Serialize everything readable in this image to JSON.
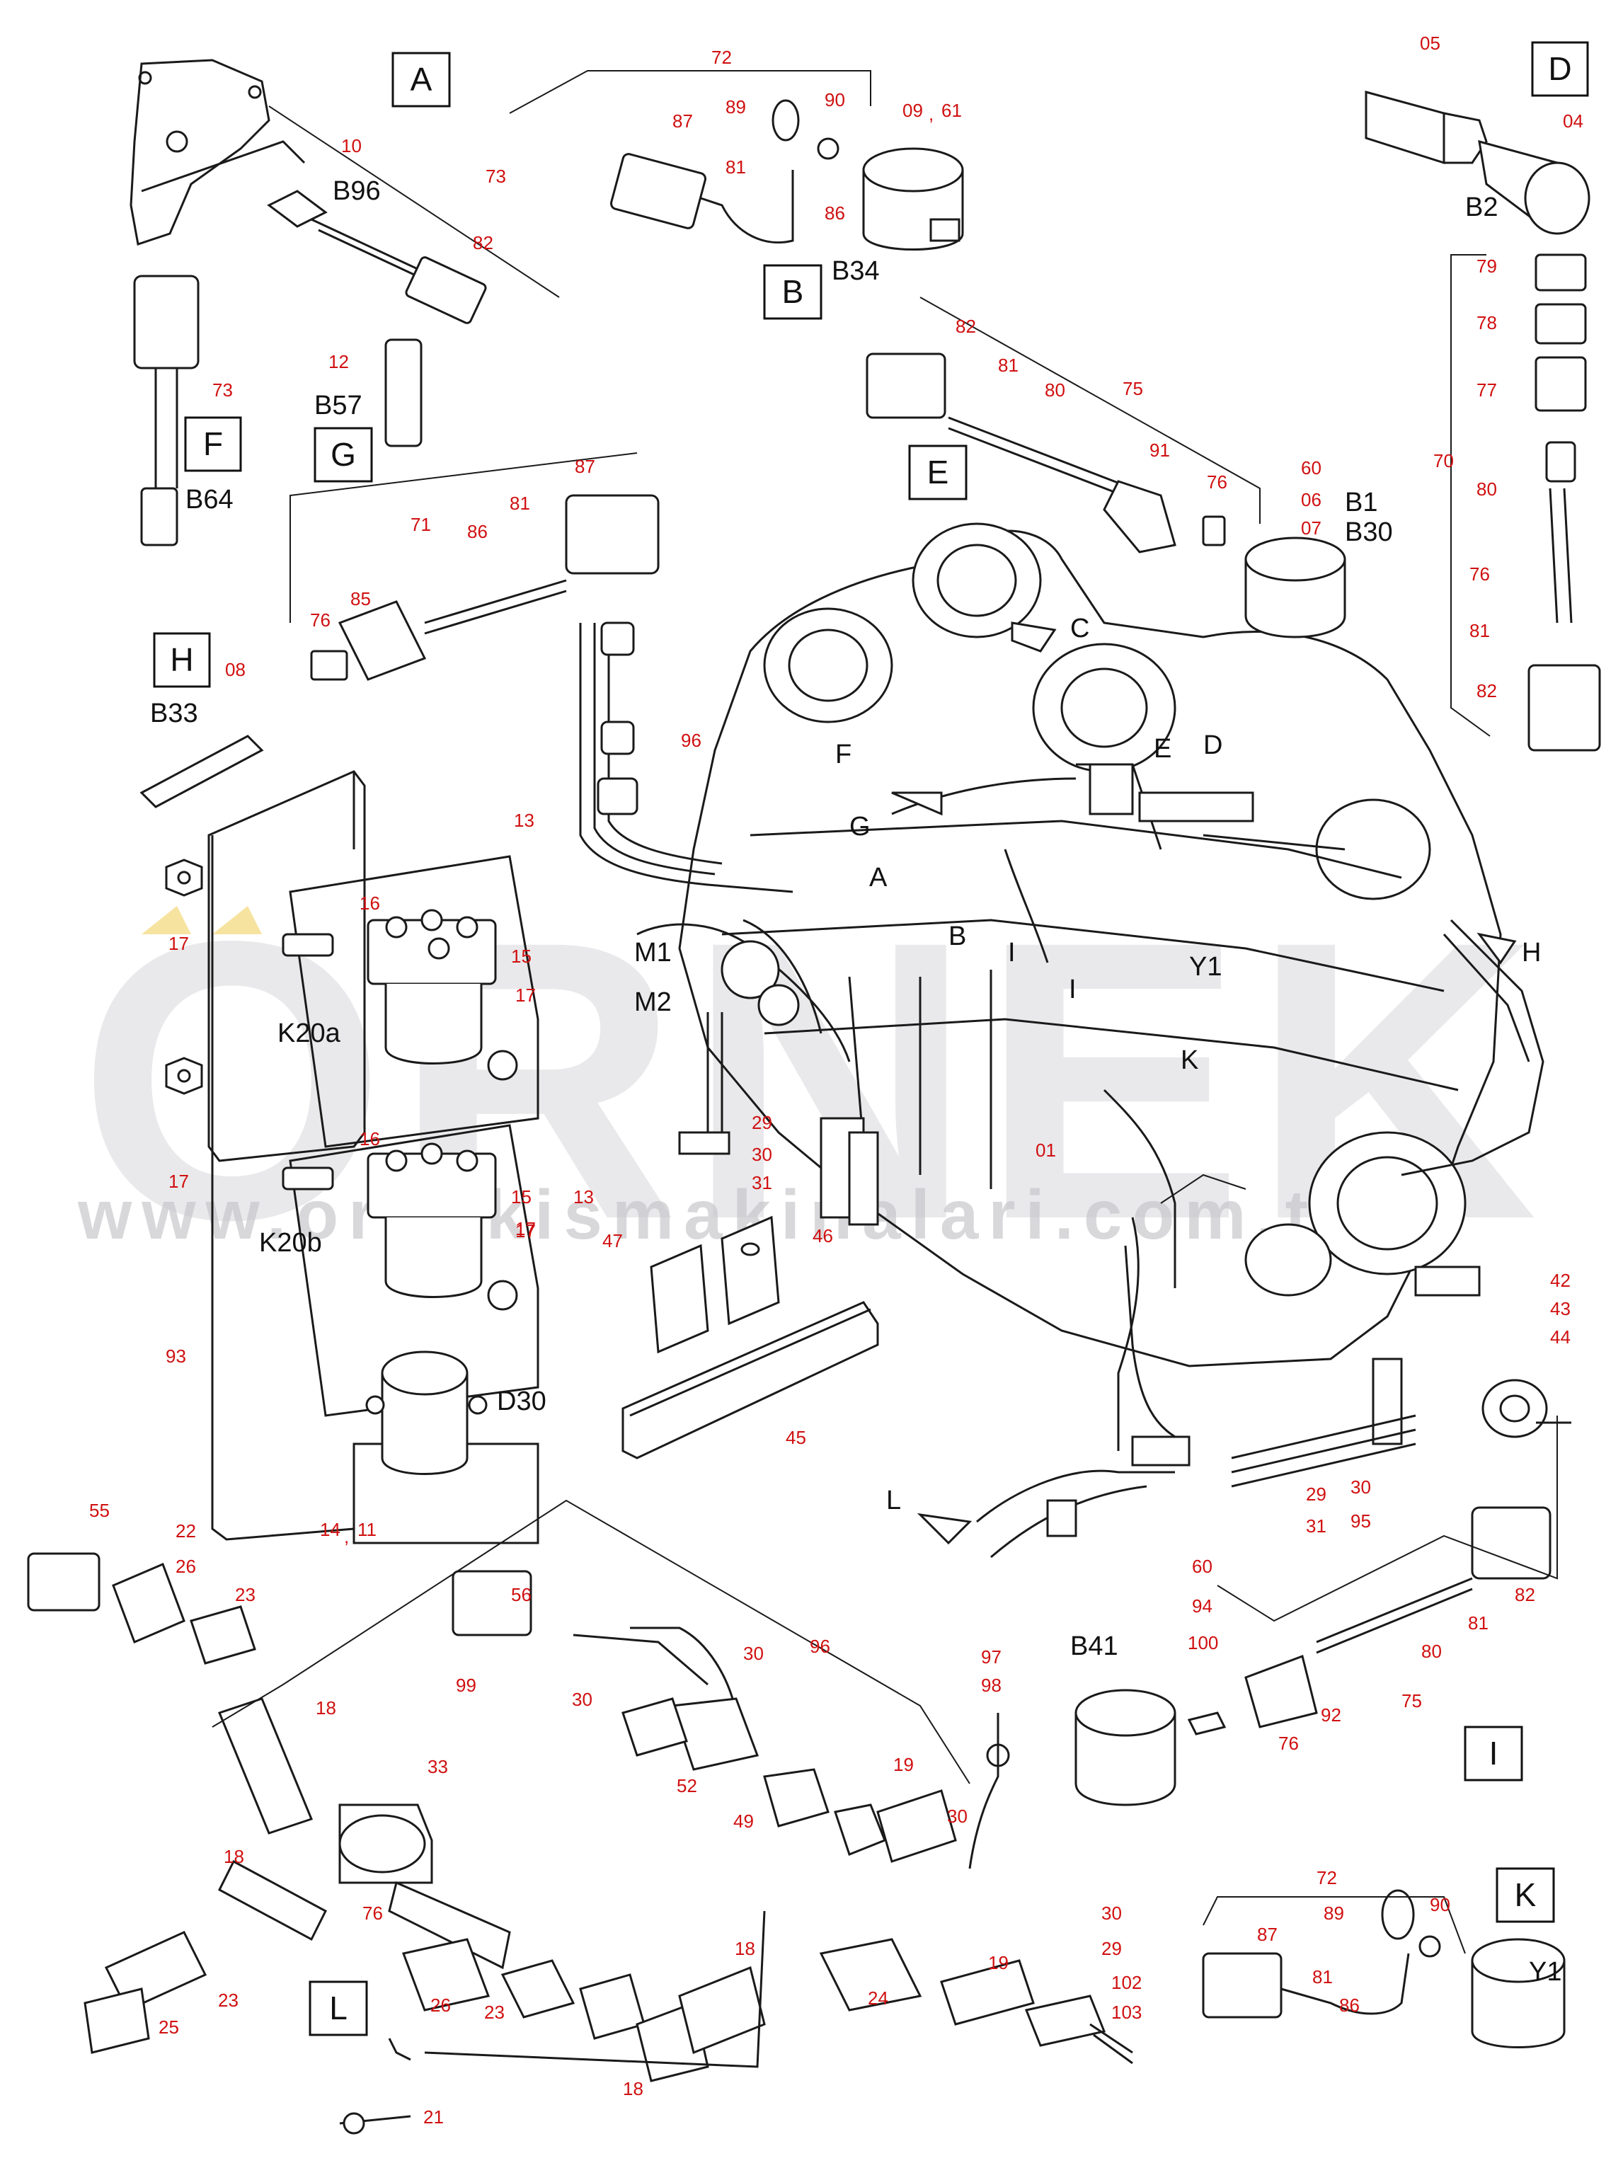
{
  "watermark": {
    "brand": "ORNEK",
    "url": "www.ornekismakinalari.com.tr"
  },
  "section_letters": [
    "A",
    "B",
    "C",
    "D",
    "E",
    "F",
    "G",
    "H",
    "I",
    "K",
    "L"
  ],
  "arrow_letters": [
    "A",
    "B",
    "C",
    "D",
    "E",
    "F",
    "G",
    "H",
    "I",
    "I",
    "K",
    "L"
  ],
  "component_codes": [
    "B96",
    "B34",
    "B2",
    "B57",
    "B64",
    "B1",
    "B30",
    "B33",
    "K20a",
    "K20b",
    "D30",
    "M1",
    "M2",
    "Y1",
    "B41"
  ],
  "part_numbers": [
    "05",
    "04",
    "06",
    "07",
    "08",
    "09",
    "10",
    "11",
    "12",
    "13",
    "14",
    "15",
    "16",
    "17",
    "18",
    "19",
    "21",
    "22",
    "23",
    "24",
    "25",
    "26",
    "29",
    "30",
    "31",
    "33",
    "42",
    "43",
    "44",
    "45",
    "46",
    "47",
    "49",
    "52",
    "55",
    "56",
    "60",
    "61",
    "70",
    "71",
    "72",
    "73",
    "75",
    "76",
    "77",
    "78",
    "79",
    "80",
    "81",
    "82",
    "85",
    "86",
    "87",
    "89",
    "90",
    "91",
    "92",
    "93",
    "94",
    "95",
    "96",
    "97",
    "98",
    "99",
    "100",
    "102",
    "103",
    "01"
  ],
  "labels": [
    {
      "text": "72"
    },
    {
      "text": "87"
    },
    {
      "text": "89"
    },
    {
      "text": "90"
    },
    {
      "text": "09"
    },
    {
      "text": ","
    },
    {
      "text": "61"
    },
    {
      "text": "81"
    },
    {
      "text": "86"
    },
    {
      "text": "10"
    },
    {
      "text": "73"
    },
    {
      "text": "82"
    },
    {
      "text": "73"
    },
    {
      "text": "12"
    },
    {
      "text": "05"
    },
    {
      "text": "04"
    },
    {
      "text": "79"
    },
    {
      "text": "78"
    },
    {
      "text": "77"
    },
    {
      "text": "70"
    },
    {
      "text": "80"
    },
    {
      "text": "76"
    },
    {
      "text": "81"
    },
    {
      "text": "82"
    },
    {
      "text": "82"
    },
    {
      "text": "81"
    },
    {
      "text": "80"
    },
    {
      "text": "75"
    },
    {
      "text": "91"
    },
    {
      "text": "76"
    },
    {
      "text": "60"
    },
    {
      "text": "06"
    },
    {
      "text": "07"
    },
    {
      "text": "87"
    },
    {
      "text": "71"
    },
    {
      "text": "81"
    },
    {
      "text": "86"
    },
    {
      "text": "85"
    },
    {
      "text": "76"
    },
    {
      "text": "08"
    },
    {
      "text": "96"
    },
    {
      "text": "13"
    },
    {
      "text": "16"
    },
    {
      "text": "15"
    },
    {
      "text": "17"
    },
    {
      "text": "17"
    },
    {
      "text": "16"
    },
    {
      "text": "15"
    },
    {
      "text": "17"
    },
    {
      "text": "13"
    },
    {
      "text": "17"
    },
    {
      "text": "17"
    },
    {
      "text": "29"
    },
    {
      "text": "30"
    },
    {
      "text": "31"
    },
    {
      "text": "01"
    },
    {
      "text": "47"
    },
    {
      "text": "46"
    },
    {
      "text": "45"
    },
    {
      "text": "93"
    },
    {
      "text": "14"
    },
    {
      "text": ","
    },
    {
      "text": "11"
    },
    {
      "text": "42"
    },
    {
      "text": "43"
    },
    {
      "text": "44"
    },
    {
      "text": "29"
    },
    {
      "text": "30"
    },
    {
      "text": "31"
    },
    {
      "text": "95"
    },
    {
      "text": "55"
    },
    {
      "text": "22"
    },
    {
      "text": "26"
    },
    {
      "text": "23"
    },
    {
      "text": "18"
    },
    {
      "text": "33"
    },
    {
      "text": "18"
    },
    {
      "text": "23"
    },
    {
      "text": "25"
    },
    {
      "text": "56"
    },
    {
      "text": "99"
    },
    {
      "text": "96"
    },
    {
      "text": "30"
    },
    {
      "text": "30"
    },
    {
      "text": "52"
    },
    {
      "text": "49"
    },
    {
      "text": "19"
    },
    {
      "text": "97"
    },
    {
      "text": "98"
    },
    {
      "text": "30"
    },
    {
      "text": "60"
    },
    {
      "text": "94"
    },
    {
      "text": "100"
    },
    {
      "text": "82"
    },
    {
      "text": "81"
    },
    {
      "text": "80"
    },
    {
      "text": "92"
    },
    {
      "text": "75"
    },
    {
      "text": "76"
    },
    {
      "text": "76"
    },
    {
      "text": "26"
    },
    {
      "text": "23"
    },
    {
      "text": "21"
    },
    {
      "text": "18"
    },
    {
      "text": "18"
    },
    {
      "text": "24"
    },
    {
      "text": "19"
    },
    {
      "text": "30"
    },
    {
      "text": "29"
    },
    {
      "text": "102"
    },
    {
      "text": "103"
    },
    {
      "text": "72"
    },
    {
      "text": "89"
    },
    {
      "text": "90"
    },
    {
      "text": "87"
    },
    {
      "text": "81"
    },
    {
      "text": "86"
    }
  ]
}
